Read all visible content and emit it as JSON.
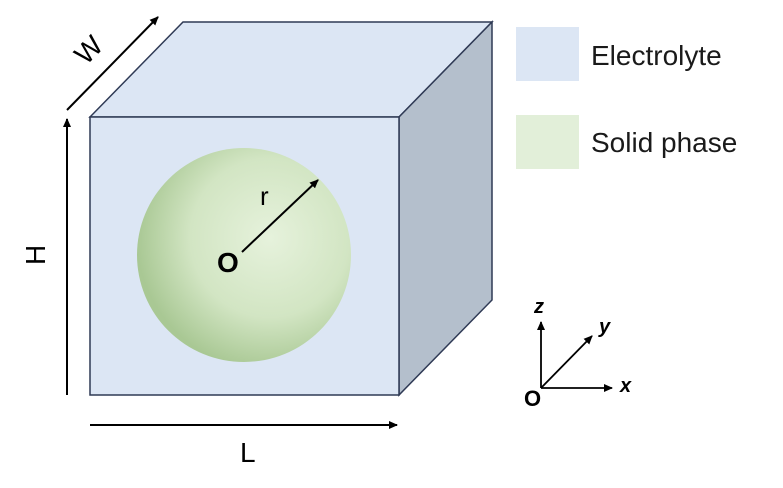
{
  "legend": [
    {
      "label": "Electrolyte",
      "color": "#dce6f4"
    },
    {
      "label": "Solid phase",
      "color": "#e2efd9"
    }
  ],
  "dimensions": {
    "length": "L",
    "width": "W",
    "height": "H"
  },
  "sphere": {
    "center_label": "O",
    "radius_label": "r"
  },
  "axes": {
    "origin": "O",
    "x": "x",
    "y": "y",
    "z": "z"
  },
  "colors": {
    "cube_front": "#dce6f4",
    "cube_top": "#dce6f4",
    "cube_side": "#b4bfcc",
    "cube_edge": "#2f3a55",
    "sphere_light": "#e6f2dc",
    "sphere_dark": "#a9c894"
  }
}
